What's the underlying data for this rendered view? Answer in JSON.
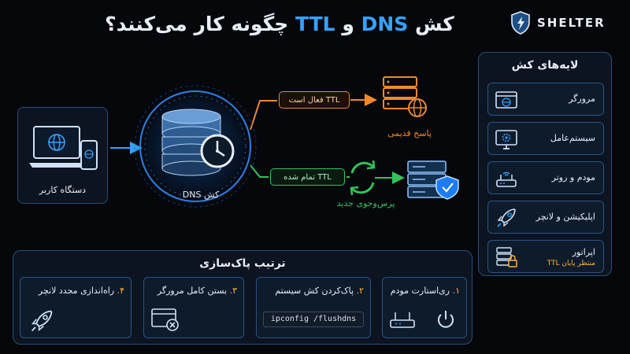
{
  "header": {
    "title_part1": "کش ",
    "title_dns": "DNS",
    "title_part2": " و ",
    "title_ttl": "TTL",
    "title_part3": " چگونه کار می‌کنند؟"
  },
  "brand": {
    "name": "SHELTER",
    "icon": "shield-lightning-icon"
  },
  "device": {
    "label": "دستگاه کاربر",
    "icons": [
      "laptop-icon",
      "phone-icon",
      "globe-icon"
    ]
  },
  "cache": {
    "label": "کش DNS",
    "icons": [
      "database-icon",
      "clock-icon"
    ]
  },
  "paths": {
    "active": {
      "label": "TTL فعال است",
      "result": "پاسخ قدیمی",
      "icon": "server-globe-icon",
      "color": "#f0892b"
    },
    "expired": {
      "label": "TTL تمام شده",
      "result": "پرس‌وجوی جدید",
      "icon": "server-shield-icon",
      "color": "#33c35b"
    }
  },
  "layers": {
    "title": "لایه‌های کش",
    "items": [
      {
        "label": "مرورگر",
        "icon": "browser-globe-icon"
      },
      {
        "label": "سیستم‌عامل",
        "icon": "monitor-gear-icon"
      },
      {
        "label": "مودم و روتر",
        "icon": "router-icon"
      },
      {
        "label": "اپلیکیشن و لانچر",
        "icon": "rocket-icon"
      },
      {
        "label": "اپراتور",
        "sub": "منتظر پایان TTL",
        "icon": "server-lock-icon"
      }
    ]
  },
  "order": {
    "title": "ترتیب پاک‌سازی",
    "steps": [
      {
        "num": "۱.",
        "label": "ری‌استارت مودم",
        "icons": [
          "router-icon",
          "power-icon"
        ]
      },
      {
        "num": "۲.",
        "label": "پاک‌کردن کش سیستم",
        "code": "ipconfig /flushdns"
      },
      {
        "num": "۳.",
        "label": "بستن کامل مرورگر",
        "icon": "browser-close-icon"
      },
      {
        "num": "۴.",
        "label": "راه‌اندازی مجدد لانچر",
        "icon": "rocket-icon"
      }
    ]
  },
  "colors": {
    "accent": "#35a2ff",
    "orange": "#f0892b",
    "green": "#33c35b",
    "amber": "#ffb23e"
  }
}
